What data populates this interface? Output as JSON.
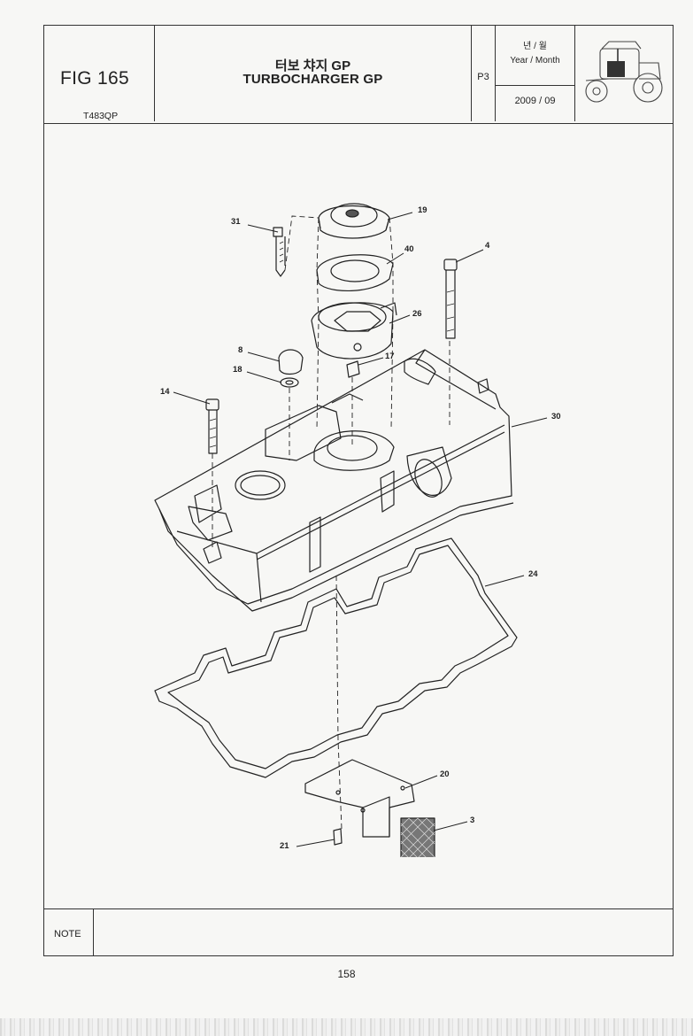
{
  "header": {
    "fig_label": "FIG 165",
    "model_code": "T483QP",
    "title_kr": "터보 챠지 GP",
    "title_en": "TURBOCHARGER GP",
    "page_code": "P3",
    "date_label_kr": "년 / 월",
    "date_label_en": "Year / Month",
    "date_value": "2009  / 09"
  },
  "callouts": [
    "31",
    "19",
    "40",
    "4",
    "26",
    "8",
    "17",
    "18",
    "14",
    "30",
    "24",
    "20",
    "3",
    "21"
  ],
  "note": {
    "label": "NOTE"
  },
  "footer": {
    "page_number": "158"
  },
  "icons": {
    "header_icon": "tractor-icon"
  }
}
